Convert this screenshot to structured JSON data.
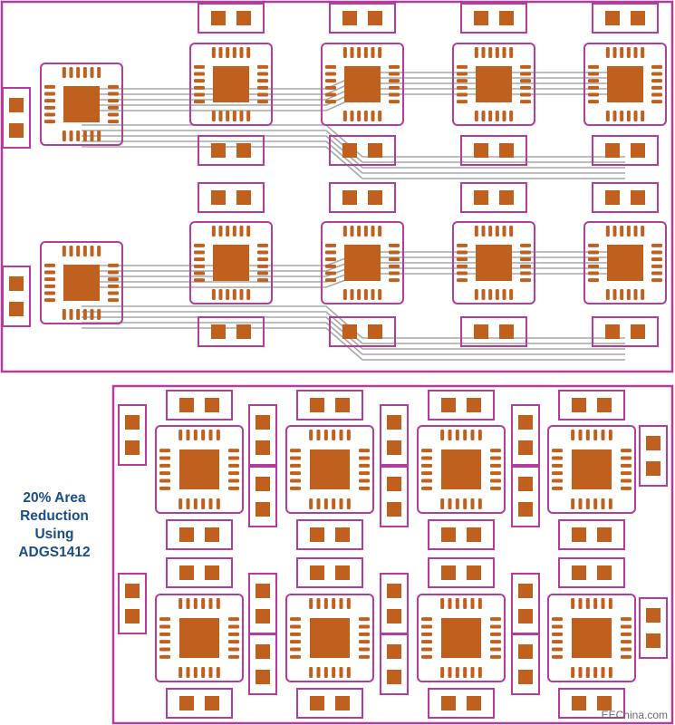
{
  "caption": {
    "line1": "20% Area",
    "line2": "Reduction",
    "line3": "Using",
    "line4": "ADGS1412"
  },
  "watermark": "EEChina.com",
  "colors": {
    "outline": "#b43c9c",
    "copper": "#c0601e",
    "trace": "#a8a8a8",
    "caption": "#1a4e86"
  },
  "boards": [
    {
      "name": "original-layout",
      "controller_packages": 2,
      "switch_packages": 8
    },
    {
      "name": "adgs1412-layout",
      "controller_packages": 0,
      "switch_packages": 8
    }
  ]
}
